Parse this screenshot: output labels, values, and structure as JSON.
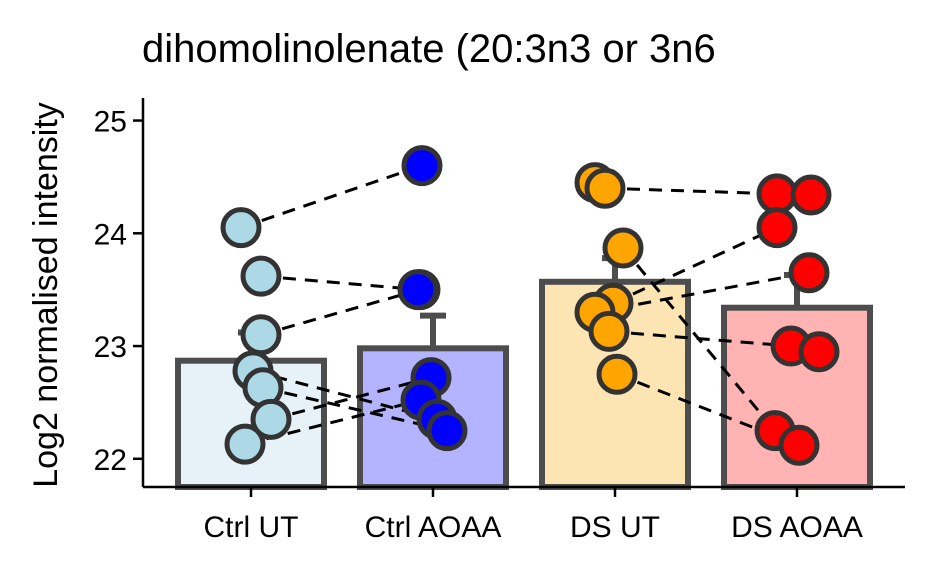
{
  "chart_data": {
    "type": "bar",
    "title": "dihomolinolenate (20:3n3 or 3n6",
    "xlabel": "",
    "ylabel": "Log2 normalised intensity",
    "ylim": [
      21.75,
      25.2
    ],
    "yticks": [
      22,
      23,
      24,
      25
    ],
    "categories": [
      "Ctrl UT",
      "Ctrl AOAA",
      "DS UT",
      "DS AOAA"
    ],
    "values": [
      22.87,
      22.98,
      23.57,
      23.34
    ],
    "error_upper": [
      23.12,
      23.27,
      23.78,
      23.63
    ],
    "bar_fill_colors": [
      "#e6f2f8",
      "#b3b3ff",
      "#fde4b3",
      "#ffb3b3"
    ],
    "point_colors": [
      "#add8e6",
      "#0000ff",
      "#ffa500",
      "#ff0000"
    ],
    "points": [
      [
        24.05,
        23.62,
        23.1,
        22.78,
        22.63,
        22.35,
        22.13
      ],
      [
        24.6,
        23.5,
        23.5,
        22.72,
        22.52,
        22.35,
        22.25
      ],
      [
        24.45,
        24.4,
        23.87,
        23.38,
        23.3,
        23.13,
        22.75
      ],
      [
        24.35,
        24.34,
        24.05,
        23.65,
        23.0,
        22.95,
        22.25,
        22.12
      ]
    ],
    "pairs": [
      [
        24.05,
        24.6
      ],
      [
        23.62,
        23.5
      ],
      [
        23.1,
        23.5
      ],
      [
        22.78,
        22.35
      ],
      [
        22.63,
        22.28
      ],
      [
        22.35,
        22.72
      ],
      [
        22.13,
        22.52
      ],
      [
        24.4,
        24.35
      ],
      [
        23.38,
        24.05
      ],
      [
        23.3,
        23.65
      ],
      [
        23.13,
        23.0
      ],
      [
        23.87,
        22.25
      ],
      [
        22.75,
        22.12
      ]
    ],
    "grid": false,
    "legend": "none"
  }
}
